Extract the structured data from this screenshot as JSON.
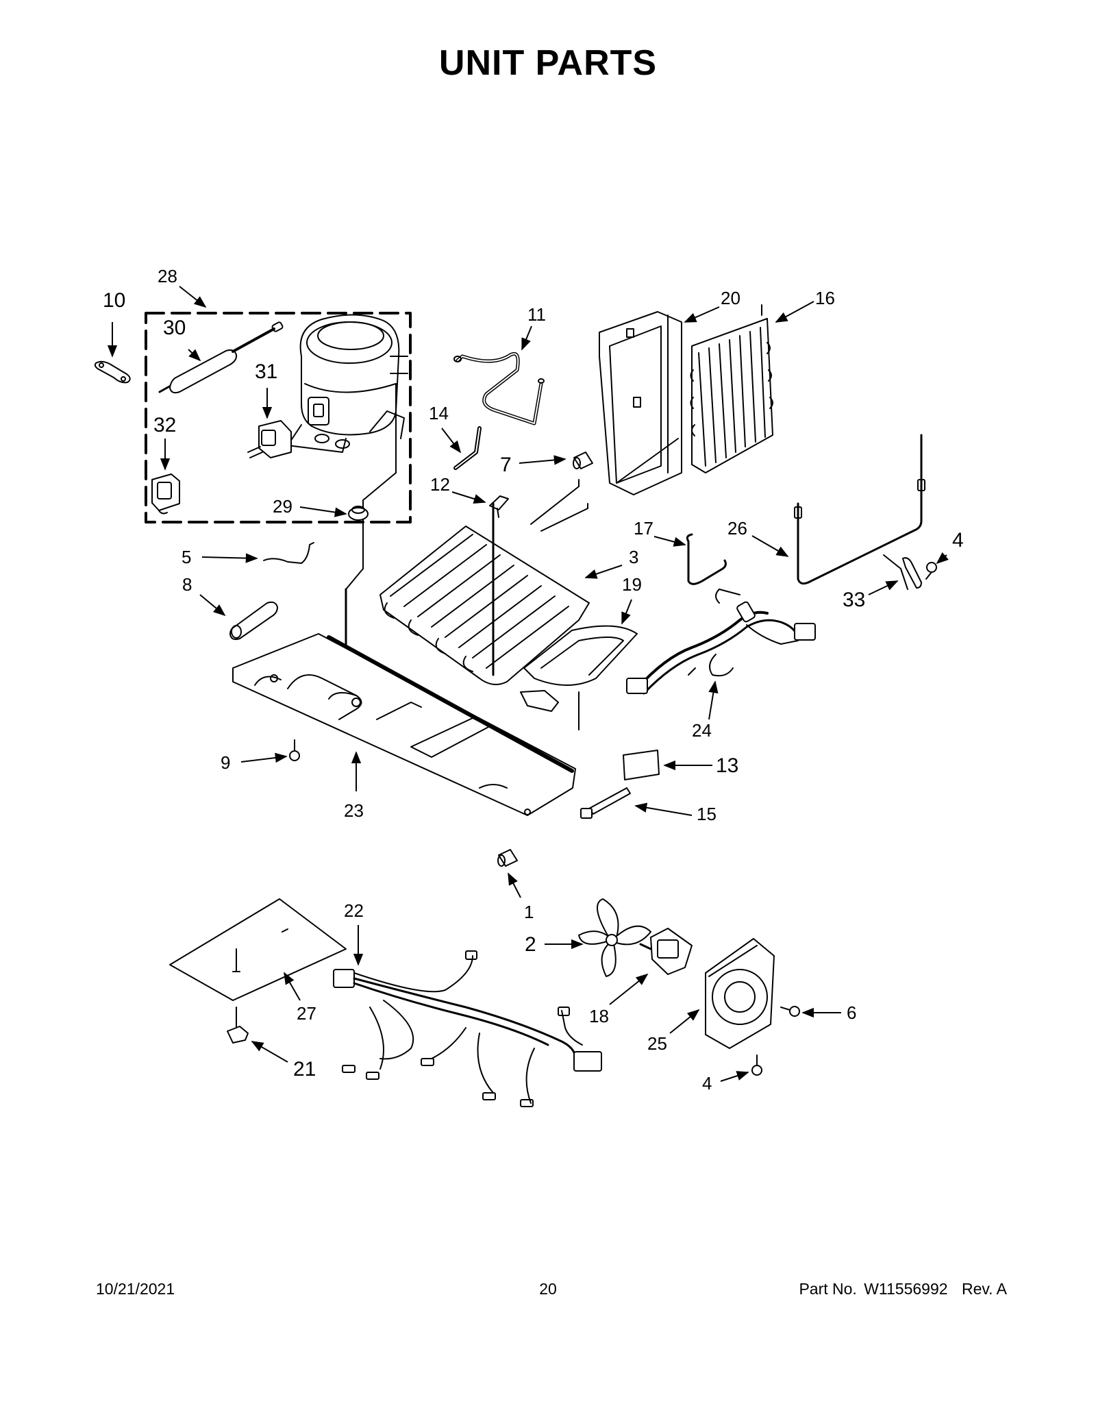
{
  "title": "UNIT  PARTS",
  "callouts": [
    {
      "id": "c28",
      "label": "28"
    },
    {
      "id": "c10",
      "label": "10"
    },
    {
      "id": "c30",
      "label": "30"
    },
    {
      "id": "c31",
      "label": "31"
    },
    {
      "id": "c32",
      "label": "32"
    },
    {
      "id": "c29",
      "label": "29"
    },
    {
      "id": "c11",
      "label": "11"
    },
    {
      "id": "c14",
      "label": "14"
    },
    {
      "id": "c7",
      "label": "7"
    },
    {
      "id": "c12",
      "label": "12"
    },
    {
      "id": "c20",
      "label": "20"
    },
    {
      "id": "c16",
      "label": "16"
    },
    {
      "id": "c17",
      "label": "17"
    },
    {
      "id": "c26",
      "label": "26"
    },
    {
      "id": "c4a",
      "label": "4"
    },
    {
      "id": "c33",
      "label": "33"
    },
    {
      "id": "c5",
      "label": "5"
    },
    {
      "id": "c8",
      "label": "8"
    },
    {
      "id": "c3",
      "label": "3"
    },
    {
      "id": "c19",
      "label": "19"
    },
    {
      "id": "c24",
      "label": "24"
    },
    {
      "id": "c13",
      "label": "13"
    },
    {
      "id": "c15",
      "label": "15"
    },
    {
      "id": "c9",
      "label": "9"
    },
    {
      "id": "c23",
      "label": "23"
    },
    {
      "id": "c1",
      "label": "1"
    },
    {
      "id": "c22",
      "label": "22"
    },
    {
      "id": "c2",
      "label": "2"
    },
    {
      "id": "c18",
      "label": "18"
    },
    {
      "id": "c6",
      "label": "6"
    },
    {
      "id": "c25",
      "label": "25"
    },
    {
      "id": "c4b",
      "label": "4"
    },
    {
      "id": "c27",
      "label": "27"
    },
    {
      "id": "c21",
      "label": "21"
    }
  ],
  "footer": {
    "date": "10/21/2021",
    "page": "20",
    "part_label": "Part No.",
    "part_number": "W11556992",
    "rev": "Rev.  A"
  }
}
